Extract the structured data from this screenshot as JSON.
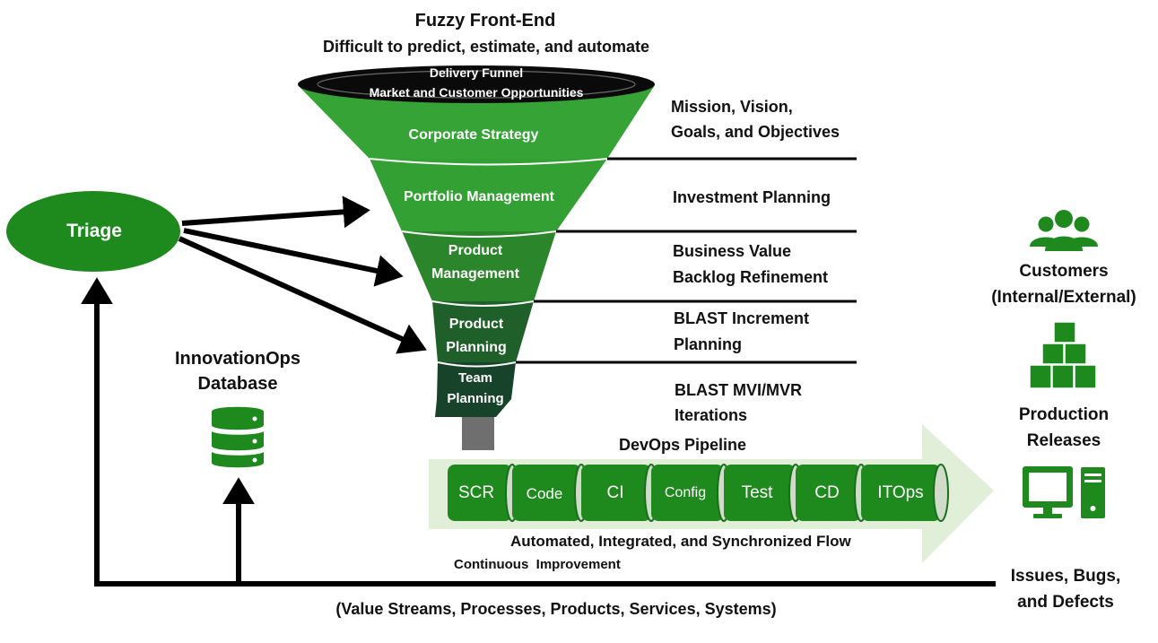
{
  "header": {
    "title": "Fuzzy Front-End",
    "subtitle": "Difficult to predict, estimate, and automate"
  },
  "funnel": {
    "rim_line1": "Delivery Funnel",
    "rim_line2": "Market and Customer Opportunities",
    "stages": [
      {
        "line1": "Corporate Strategy",
        "line2": ""
      },
      {
        "line1": "Portfolio Management",
        "line2": ""
      },
      {
        "line1": "Product",
        "line2": "Management"
      },
      {
        "line1": "Product",
        "line2": "Planning"
      },
      {
        "line1": "Team",
        "line2": "Planning"
      }
    ],
    "colors": {
      "light": "#36a336",
      "mid": "#2b862b",
      "dark": "#1f5f2a",
      "darkest": "#17432a"
    }
  },
  "right_labels": [
    {
      "line1": "Mission, Vision,",
      "line2": "Goals, and Objectives"
    },
    {
      "line1": "Investment Planning",
      "line2": ""
    },
    {
      "line1": "Business Value",
      "line2": "Backlog Refinement"
    },
    {
      "line1": "BLAST Increment",
      "line2": "Planning"
    },
    {
      "line1": "BLAST MVI/MVR",
      "line2": "Iterations"
    }
  ],
  "triage": {
    "label": "Triage"
  },
  "database": {
    "line1": "InnovationOps",
    "line2": "Database"
  },
  "pipeline": {
    "title": "DevOps Pipeline",
    "segments": [
      "SCR",
      "Code",
      "CI",
      "Config",
      "Test",
      "CD",
      "ITOps"
    ],
    "flow_label": "Automated, Integrated, and Synchronized Flow",
    "improvement_label": "Continuous  Improvement"
  },
  "customers": {
    "line1": "Customers",
    "line2": "(Internal/External)"
  },
  "releases": {
    "line1": "Production",
    "line2": "Releases"
  },
  "issues": {
    "line1": "Issues, Bugs,",
    "line2": "and Defects"
  },
  "footer": "(Value Streams, Processes, Products, Services, Systems)",
  "icons": [
    "users-icon",
    "boxes-icon",
    "computer-icon",
    "database-icon"
  ],
  "accent_color": "#1e8a1e"
}
